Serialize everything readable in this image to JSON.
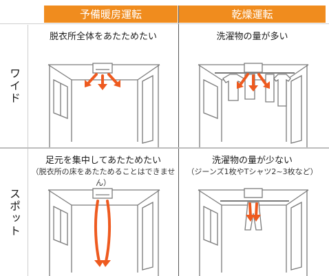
{
  "columns": [
    {
      "label": "予備暖房運転"
    },
    {
      "label": "乾燥運転"
    }
  ],
  "rows": [
    {
      "label": "ワイド",
      "cells": [
        {
          "caption": "脱衣所全体をあたためたい",
          "subcaption": ""
        },
        {
          "caption": "洗濯物の量が多い",
          "subcaption": ""
        }
      ]
    },
    {
      "label": "スポット",
      "cells": [
        {
          "caption": "足元を集中してあたためたい",
          "subcaption": "（脱衣所の床をあたためることはできません）"
        },
        {
          "caption": "洗濯物の量が少ない",
          "subcaption": "（ジーンズ1枚やTシャツ2~3枚など）"
        }
      ]
    }
  ],
  "colors": {
    "accent": "#f08c1e",
    "arrow": "#ee5a1f",
    "divider": "#cfcfcf"
  }
}
